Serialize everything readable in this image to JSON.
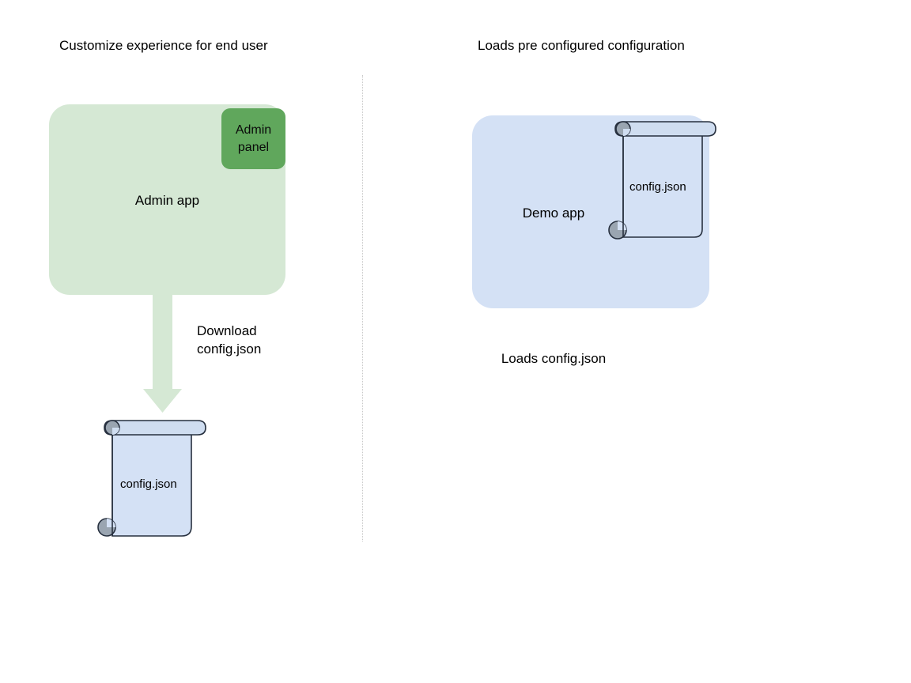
{
  "panels": {
    "left": {
      "title": "Customize experience for end user",
      "app": {
        "label": "Admin app",
        "fill": "#d5e8d4"
      },
      "badge": {
        "label": "Admin\npanel",
        "fill": "#60a75c"
      },
      "arrow": {
        "label": "Download\nconfig.json",
        "fill": "#d5e8d4",
        "direction": "down"
      },
      "document": {
        "label": "config.json",
        "fill": "#d4e1f5",
        "stroke": "#27303f",
        "roll_fill": "#9aa5b1"
      }
    },
    "right": {
      "title": "Loads pre configured configuration",
      "app": {
        "label": "Demo app",
        "fill": "#d4e1f5"
      },
      "document": {
        "label": "config.json",
        "fill": "#d4e1f5",
        "stroke": "#27303f",
        "roll_fill": "#9aa5b1"
      },
      "caption": "Loads config.json"
    }
  },
  "divider": {
    "style": "dotted",
    "color": "#c8c8c8"
  }
}
